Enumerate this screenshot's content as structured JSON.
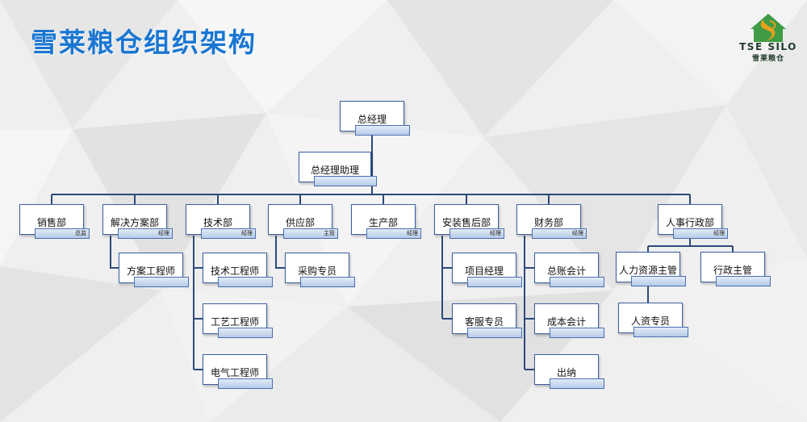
{
  "title": "雪莱粮仓组织架构",
  "logo": {
    "text_en": "TSE SILO",
    "text_cn": "雪莱粮仓",
    "colors": {
      "house": "#3f9b45",
      "accent": "#e8a01e"
    }
  },
  "colors": {
    "title": "#1976d2",
    "line": "#2d4a7a",
    "box_border": "#3a5f9f"
  },
  "nodes": [
    {
      "label": "总经理",
      "sub": ""
    },
    {
      "label": "总经理助理",
      "sub": ""
    },
    {
      "label": "销售部",
      "sub": "总监"
    },
    {
      "label": "解决方案部",
      "sub": "经理"
    },
    {
      "label": "技术部",
      "sub": "经理"
    },
    {
      "label": "供应部",
      "sub": "主管"
    },
    {
      "label": "生产部",
      "sub": "经理"
    },
    {
      "label": "安装售后部",
      "sub": "经理"
    },
    {
      "label": "财务部",
      "sub": "经理"
    },
    {
      "label": "人事行政部",
      "sub": "经理"
    },
    {
      "label": "方案工程师",
      "sub": ""
    },
    {
      "label": "技术工程师",
      "sub": ""
    },
    {
      "label": "工艺工程师",
      "sub": ""
    },
    {
      "label": "电气工程师",
      "sub": ""
    },
    {
      "label": "采购专员",
      "sub": ""
    },
    {
      "label": "项目经理",
      "sub": ""
    },
    {
      "label": "客服专员",
      "sub": ""
    },
    {
      "label": "总账会计",
      "sub": ""
    },
    {
      "label": "成本会计",
      "sub": ""
    },
    {
      "label": "出纳",
      "sub": ""
    },
    {
      "label": "人力资源主管",
      "sub": ""
    },
    {
      "label": "行政主管",
      "sub": ""
    },
    {
      "label": "人资专员",
      "sub": ""
    }
  ]
}
